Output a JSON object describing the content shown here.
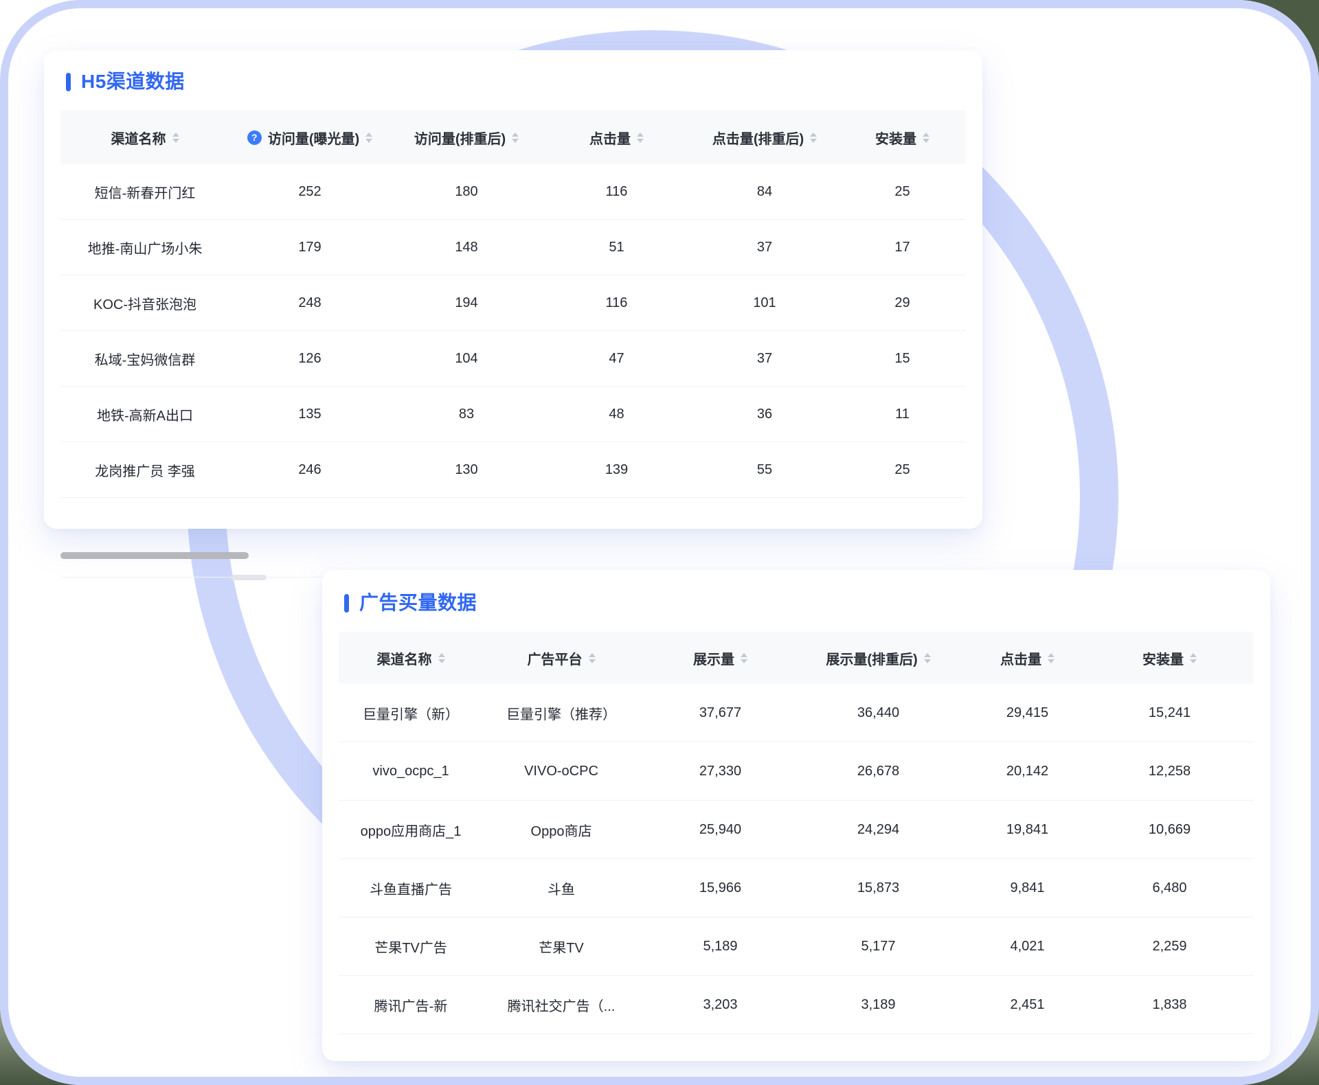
{
  "colors": {
    "accent": "#3067f1",
    "ring": "#ccd6fb",
    "frame": "#c9d3fa",
    "header_bg": "#f8f9fb",
    "help_icon_bg": "#3d7bfd"
  },
  "glyphs": {
    "help": "?"
  },
  "h5_card": {
    "title": "H5渠道数据",
    "columns": [
      {
        "label": "渠道名称"
      },
      {
        "label": "访问量(曝光量)",
        "has_help": true
      },
      {
        "label": "访问量(排重后)"
      },
      {
        "label": "点击量"
      },
      {
        "label": "点击量(排重后)"
      },
      {
        "label": "安装量"
      }
    ],
    "rows": [
      {
        "name": "短信-新春开门红",
        "values": [
          "252",
          "180",
          "116",
          "84",
          "25"
        ]
      },
      {
        "name": "地推-南山广场小朱",
        "values": [
          "179",
          "148",
          "51",
          "37",
          "17"
        ]
      },
      {
        "name": "KOC-抖音张泡泡",
        "values": [
          "248",
          "194",
          "116",
          "101",
          "29"
        ]
      },
      {
        "name": "私域-宝妈微信群",
        "values": [
          "126",
          "104",
          "47",
          "37",
          "15"
        ]
      },
      {
        "name": "地铁-高新A出口",
        "values": [
          "135",
          "83",
          "48",
          "36",
          "11"
        ]
      },
      {
        "name": "龙岗推广员 李强",
        "values": [
          "246",
          "130",
          "139",
          "55",
          "25"
        ]
      }
    ]
  },
  "ads_card": {
    "title": "广告买量数据",
    "columns": [
      {
        "label": "渠道名称"
      },
      {
        "label": "广告平台"
      },
      {
        "label": "展示量"
      },
      {
        "label": "展示量(排重后)"
      },
      {
        "label": "点击量"
      },
      {
        "label": "安装量"
      }
    ],
    "rows": [
      {
        "name": "巨量引擎（新）",
        "platform": "巨量引擎（推荐）",
        "values": [
          "37,677",
          "36,440",
          "29,415",
          "15,241"
        ]
      },
      {
        "name": "vivo_ocpc_1",
        "platform": "VIVO-oCPC",
        "values": [
          "27,330",
          "26,678",
          "20,142",
          "12,258"
        ]
      },
      {
        "name": "oppo应用商店_1",
        "platform": "Oppo商店",
        "values": [
          "25,940",
          "24,294",
          "19,841",
          "10,669"
        ]
      },
      {
        "name": "斗鱼直播广告",
        "platform": "斗鱼",
        "values": [
          "15,966",
          "15,873",
          "9,841",
          "6,480"
        ]
      },
      {
        "name": "芒果TV广告",
        "platform": "芒果TV",
        "values": [
          "5,189",
          "5,177",
          "4,021",
          "2,259"
        ]
      },
      {
        "name": "腾讯广告-新",
        "platform": "腾讯社交广告（...",
        "values": [
          "3,203",
          "3,189",
          "2,451",
          "1,838"
        ]
      }
    ]
  }
}
